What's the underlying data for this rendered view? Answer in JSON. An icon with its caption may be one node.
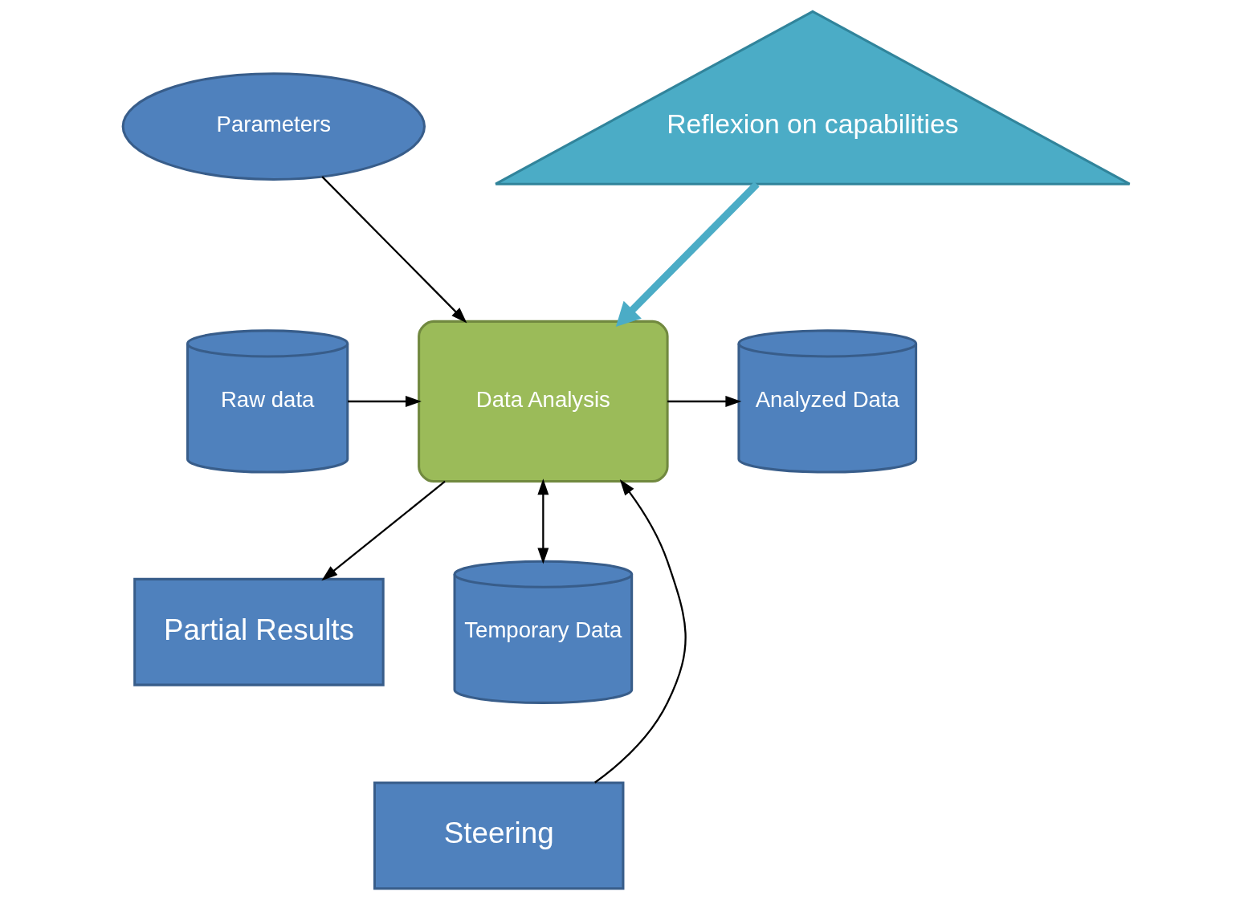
{
  "diagram": {
    "nodes": [
      {
        "text": [
          "Parameters"
        ]
      },
      {
        "text": [
          "Reflexion on capabilities"
        ]
      },
      {
        "text": [
          "Raw data"
        ]
      },
      {
        "text": [
          "Data Analysis"
        ]
      },
      {
        "text": [
          "Analyzed Data"
        ]
      },
      {
        "text": [
          "Partial Results"
        ]
      },
      {
        "text": [
          "Temporary Data"
        ]
      },
      {
        "text": [
          "Steering"
        ]
      }
    ],
    "edges": [
      {
        "from": 0,
        "to": 3,
        "arrow": "to"
      },
      {
        "from": 1,
        "to": 3,
        "arrow": "to",
        "style": "thick",
        "color": "#4bacc6"
      },
      {
        "from": 2,
        "to": 3,
        "arrow": "to"
      },
      {
        "from": 3,
        "to": 4,
        "arrow": "to"
      },
      {
        "from": 3,
        "to": 6,
        "arrow": "both"
      },
      {
        "from": 3,
        "to": 5,
        "arrow": "to"
      },
      {
        "from": 7,
        "to": 3,
        "arrow": "to"
      }
    ]
  }
}
